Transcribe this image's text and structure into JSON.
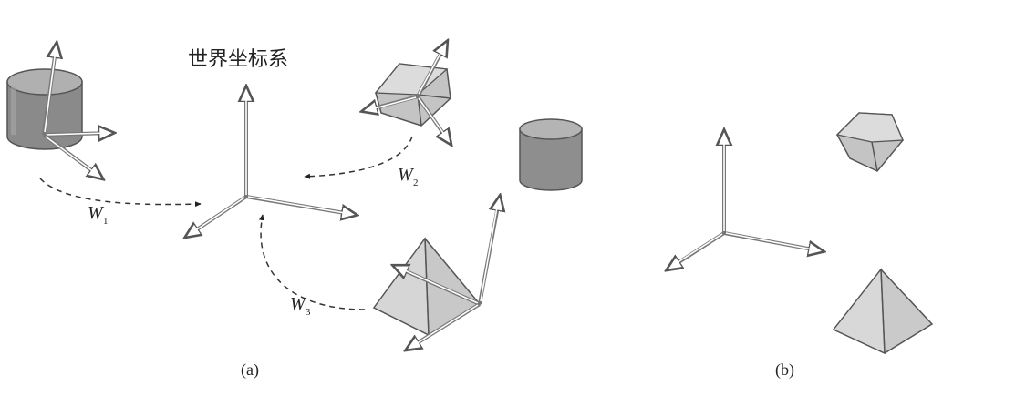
{
  "title": "世界坐标系",
  "transforms": [
    {
      "letter": "W",
      "sub": "1"
    },
    {
      "letter": "W",
      "sub": "2"
    },
    {
      "letter": "W",
      "sub": "3"
    }
  ],
  "captions": {
    "a": "(a)",
    "b": "(b)"
  }
}
